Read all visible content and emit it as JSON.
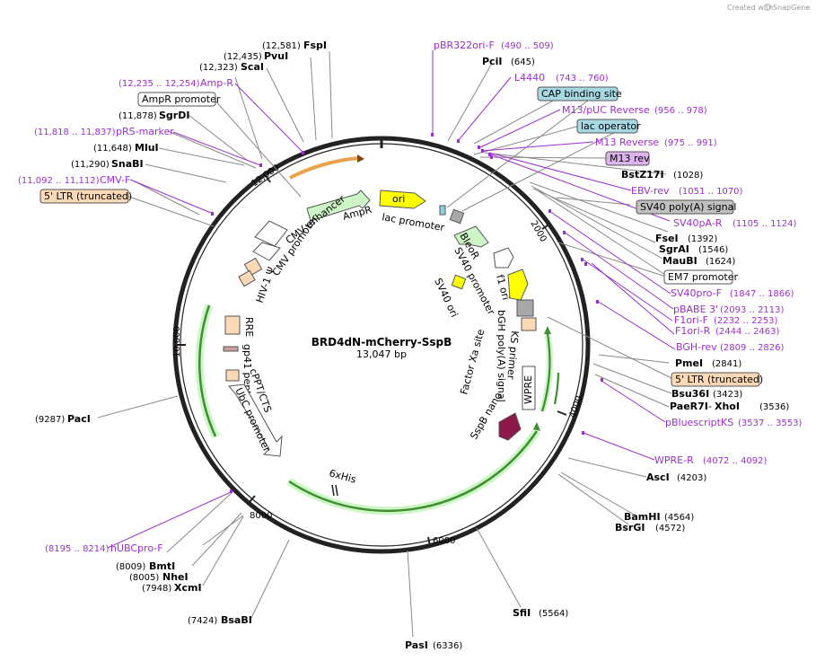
{
  "header": {
    "created_by": "Created with",
    "brand": "SnapGene"
  },
  "plasmid": {
    "name": "BRD4dN-mCherry-SspB",
    "size_label": "13,047 bp"
  },
  "ticks": [
    "2000",
    "4000",
    "6000",
    "8000",
    "10,000",
    "12,000"
  ],
  "colors": {
    "primer": "#9a2fcf",
    "ring": "#222222",
    "arrow_green": "#cdf5c6",
    "line_green": "#56b648"
  },
  "sites": [
    {
      "name": "FspI",
      "pos": "(12,581)"
    },
    {
      "name": "PvuI",
      "pos": "(12,435)"
    },
    {
      "name": "ScaI",
      "pos": "(12,323)"
    },
    {
      "name": "SgrDI",
      "pos": "(11,878)"
    },
    {
      "name": "MluI",
      "pos": "(11,648)"
    },
    {
      "name": "SnaBI",
      "pos": "(11,290)"
    },
    {
      "name": "PacI",
      "pos": "(9287)"
    },
    {
      "name": "BmtI",
      "pos": "(8009)"
    },
    {
      "name": "NheI",
      "pos": "(8005)"
    },
    {
      "name": "XcmI",
      "pos": "(7948)"
    },
    {
      "name": "BsaBI",
      "pos": "(7424)"
    },
    {
      "name": "PasI",
      "pos": "(6336)"
    },
    {
      "name": "SfiI",
      "pos": "(5564)"
    },
    {
      "name": "BsrGI",
      "pos": "(4572)"
    },
    {
      "name": "BamHI",
      "pos": "(4564)"
    },
    {
      "name": "AscI",
      "pos": "(4203)"
    },
    {
      "name": "PaeR7I",
      "pos": "(3536)"
    },
    {
      "name": "XhoI",
      "pos": ""
    },
    {
      "name": "Bsu36I",
      "pos": "(3423)"
    },
    {
      "name": "PmeI",
      "pos": "(2841)"
    },
    {
      "name": "MauBI",
      "pos": "(1624)"
    },
    {
      "name": "SgrAI",
      "pos": "(1546)"
    },
    {
      "name": "FseI",
      "pos": "(1392)"
    },
    {
      "name": "BstZ17I",
      "pos": "(1028)"
    },
    {
      "name": "PciI",
      "pos": "(645)"
    }
  ],
  "primers": [
    {
      "name": "pBR322ori-F",
      "range": "(490 .. 509)"
    },
    {
      "name": "L4440",
      "range": "(743 .. 760)"
    },
    {
      "name": "M13/pUC Reverse",
      "range": "(956 .. 978)"
    },
    {
      "name": "M13 Reverse",
      "range": "(975 .. 991)"
    },
    {
      "name": "EBV-rev",
      "range": "(1051 .. 1070)"
    },
    {
      "name": "SV40pA-R",
      "range": "(1105 .. 1124)"
    },
    {
      "name": "SV40pro-F",
      "range": "(1847 .. 1866)"
    },
    {
      "name": "pBABE 3'",
      "range": "(2093 .. 2113)"
    },
    {
      "name": "F1ori-F",
      "range": "(2232 .. 2253)"
    },
    {
      "name": "F1ori-R",
      "range": "(2444 .. 2463)"
    },
    {
      "name": "BGH-rev",
      "range": "(2809 .. 2826)"
    },
    {
      "name": "pBluescriptKS",
      "range": "(3537 .. 3553)"
    },
    {
      "name": "WPRE-R",
      "range": "(4072 .. 4092)"
    },
    {
      "name": "hUBCpro-F",
      "range": "(8195 .. 8214)"
    },
    {
      "name": "CMV-F",
      "range": "(11,092 .. 11,112)"
    },
    {
      "name": "pRS-marker",
      "range": "(11,818 .. 11,837)"
    },
    {
      "name": "Amp-R",
      "range": "(12,235 .. 12,254)"
    }
  ],
  "boxed": {
    "cap_binding_site": "CAP binding site",
    "lac_operator": "lac operator",
    "m13_rev": "M13 rev",
    "sv40_polya_signal": "SV40 poly(A) signal",
    "em7_promoter": "EM7 promoter",
    "ltr_right": "5' LTR (truncated)",
    "ltr_left": "5' LTR (truncated)",
    "ampr_promoter": "AmpR promoter"
  },
  "features": {
    "ori": "ori",
    "lac_promoter": "lac promoter",
    "ampr": "AmpR",
    "cmv_enhancer": "CMV enhancer",
    "cmv_promoter": "CMV promoter",
    "hiv_psi": "HIV-1 Ψ",
    "rre": "RRE",
    "gp41": "gp41 peptide",
    "cppt": "cPPT/CTS",
    "ubc": "UbC promoter",
    "his": "6xHis",
    "bleor": "BleoR",
    "sv40_promoter": "SV40 promoter",
    "sv40_ori": "SV40 ori",
    "f1_ori": "f1 ori",
    "bgh": "bGH poly(A) signal",
    "ks_primer": "KS primer",
    "factor_xa": "Factor Xa site",
    "wpre": "WPRE",
    "sspb": "SspB nano"
  }
}
